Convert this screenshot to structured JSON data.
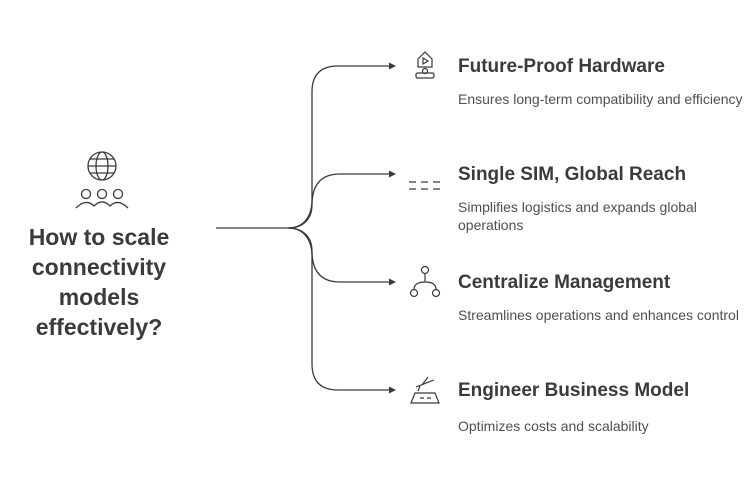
{
  "question": "How to scale connectivity models effectively?",
  "icons": {
    "central": "globe-people-icon"
  },
  "colors": {
    "line": "#3a3a3a",
    "text": "#3b3b3b"
  },
  "branches": [
    {
      "title": "Future-Proof Hardware",
      "description": "Ensures long-term compatibility and efficiency",
      "icon": "device-icon"
    },
    {
      "title": "Single SIM, Global Reach",
      "description": "Simplifies logistics and expands global operations",
      "icon": "sim-cards-icon"
    },
    {
      "title": "Centralize Management",
      "description": "Streamlines operations and enhances control",
      "icon": "hierarchy-icon"
    },
    {
      "title": "Engineer Business Model",
      "description": "Optimizes costs and scalability",
      "icon": "airplane-runway-icon"
    }
  ]
}
